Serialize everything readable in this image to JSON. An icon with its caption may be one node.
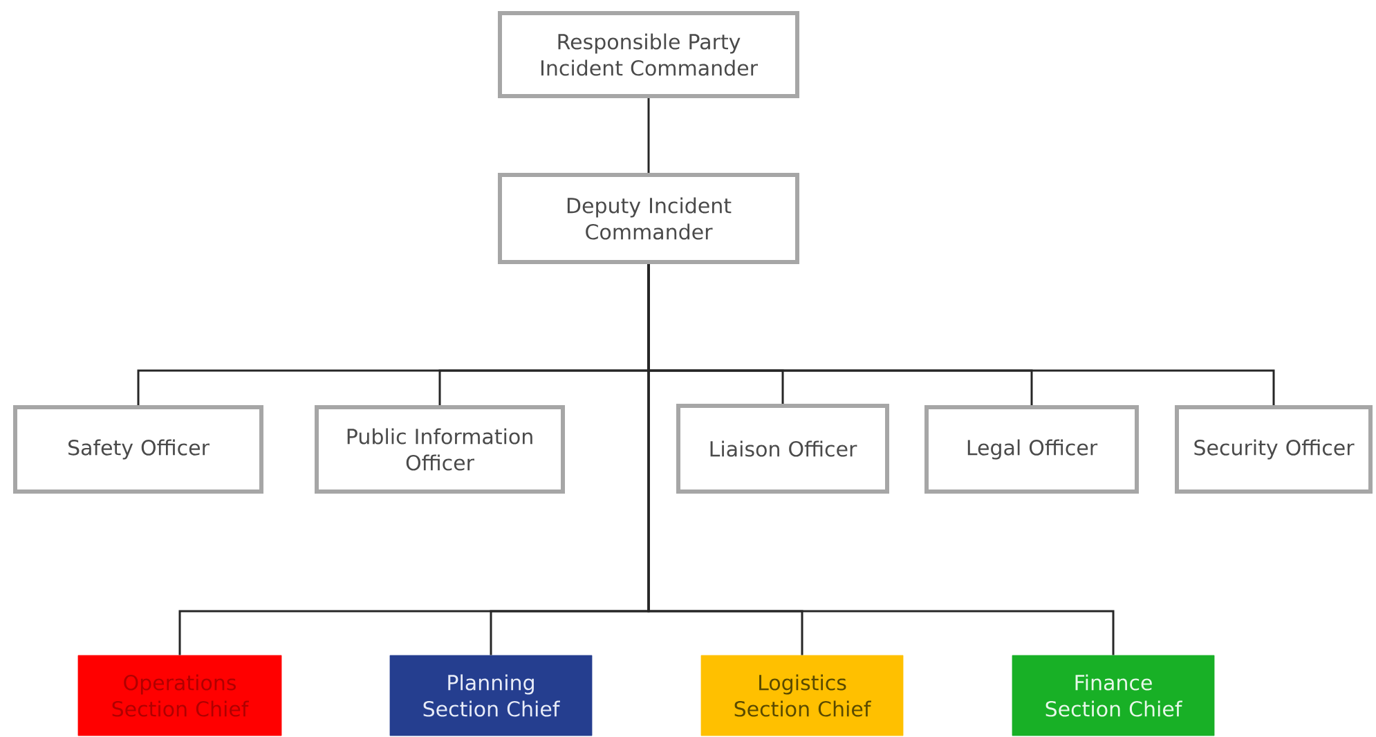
{
  "diagram": {
    "nodes": [
      {
        "text": [
          "Responsible Party Incident Commander"
        ]
      },
      {
        "text": [
          "Deputy Incident Commander"
        ]
      },
      {
        "text": [
          "Safety Officer"
        ]
      },
      {
        "text": [
          "Public Information Officer"
        ]
      },
      {
        "text": [
          "Liaison Officer"
        ]
      },
      {
        "text": [
          "Legal Officer"
        ]
      },
      {
        "text": [
          "Security Officer"
        ]
      },
      {
        "text": [
          "Operations Section Chief"
        ]
      },
      {
        "text": [
          "Planning Section Chief"
        ]
      },
      {
        "text": [
          "Logistics Section Chief"
        ]
      },
      {
        "text": [
          "Finance Section Chief"
        ]
      }
    ],
    "edges": [
      {
        "from": 0,
        "to": 1,
        "arrow": "none"
      },
      {
        "from": 1,
        "to": 2,
        "arrow": "none"
      },
      {
        "from": 1,
        "to": 3,
        "arrow": "none"
      },
      {
        "from": 1,
        "to": 4,
        "arrow": "none"
      },
      {
        "from": 1,
        "to": 5,
        "arrow": "none"
      },
      {
        "from": 1,
        "to": 6,
        "arrow": "none"
      },
      {
        "from": 1,
        "to": 7,
        "arrow": "none"
      },
      {
        "from": 1,
        "to": 8,
        "arrow": "none"
      },
      {
        "from": 1,
        "to": 9,
        "arrow": "none"
      },
      {
        "from": 1,
        "to": 10,
        "arrow": "none"
      }
    ]
  }
}
